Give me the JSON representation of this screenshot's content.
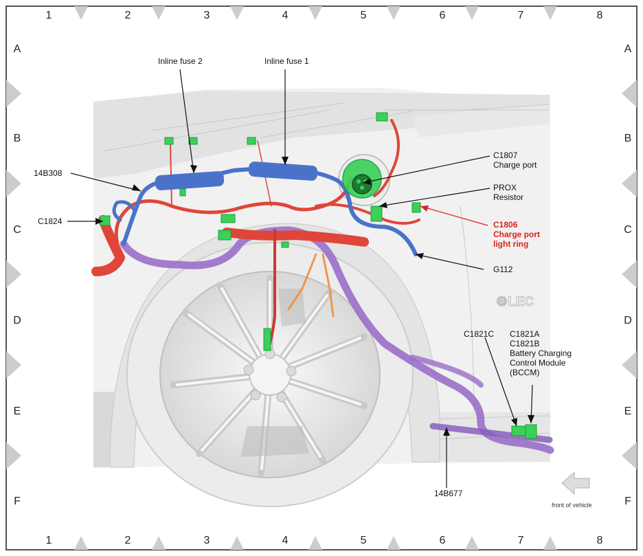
{
  "colors": {
    "marker": "#cccccc",
    "frame": "#1a1a1a",
    "harness_blue": "#4a72c8",
    "harness_red": "#e0453a",
    "harness_purple": "#9a6fc9",
    "connector_green": "#39d157",
    "highlight_red": "#d8231f"
  },
  "grid": {
    "columns": [
      "1",
      "2",
      "3",
      "4",
      "5",
      "6",
      "7",
      "8"
    ],
    "rows": [
      "A",
      "B",
      "C",
      "D",
      "E",
      "F"
    ]
  },
  "labels": {
    "inline_fuse_2": "Inline fuse 2",
    "inline_fuse_1": "Inline fuse 1",
    "l14b308": "14B308",
    "c1824": "C1824",
    "c1807_1": "C1807",
    "c1807_2": "Charge port",
    "prox_1": "PROX",
    "prox_2": "Resistor",
    "c1806_1": "C1806",
    "c1806_2": "Charge port",
    "c1806_3": "light ring",
    "g112": "G112",
    "c1821c": "C1821C",
    "bccm_1": "C1821A",
    "bccm_2": "C1821B",
    "bccm_3": "Battery Charging",
    "bccm_4": "Control Module",
    "bccm_5": "(BCCM)",
    "l14b677": "14B677",
    "front_of_vehicle": "front of vehicle"
  },
  "icons": {
    "direction_arrow": "arrow-left-icon"
  }
}
